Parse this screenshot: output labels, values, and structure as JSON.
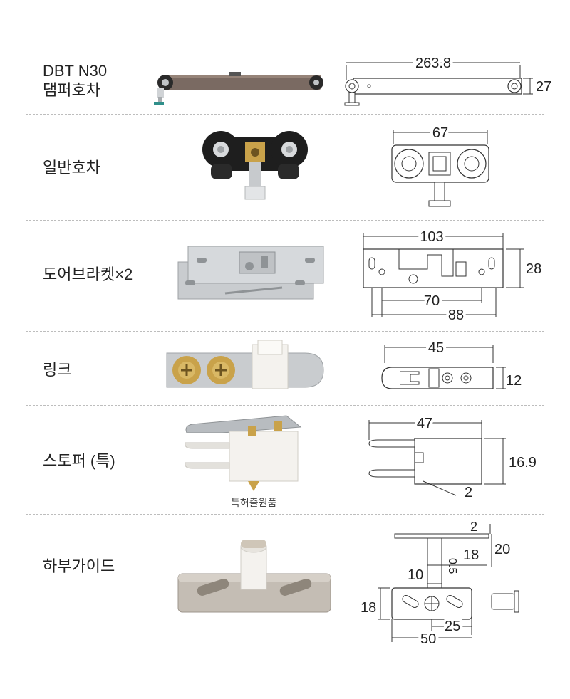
{
  "items": [
    {
      "name_lines": [
        "DBT N30",
        "댐퍼호차"
      ],
      "dims": [
        "263.8",
        "27"
      ]
    },
    {
      "name_lines": [
        "일반호차"
      ],
      "dims": [
        "67"
      ]
    },
    {
      "name_lines": [
        "도어브라켓×2"
      ],
      "dims": [
        "103",
        "28",
        "70",
        "88"
      ]
    },
    {
      "name_lines": [
        "링크"
      ],
      "dims": [
        "45",
        "12"
      ]
    },
    {
      "name_lines": [
        "스토퍼 (특)"
      ],
      "dims": [
        "47",
        "16.9",
        "2"
      ],
      "caption": "특허출원품"
    },
    {
      "name_lines": [
        "하부가이드"
      ],
      "dims": [
        "2",
        "0.5",
        "18",
        "20",
        "10",
        "18",
        "25",
        "50"
      ]
    }
  ],
  "colors": {
    "line": "#333333",
    "divider": "#bdbdbd",
    "damper_body": "#7a6a62",
    "steel": "#c9cccf",
    "plastic_white": "#f4f2ee",
    "black_part": "#1e1e1e",
    "brass": "#c9a24a"
  }
}
